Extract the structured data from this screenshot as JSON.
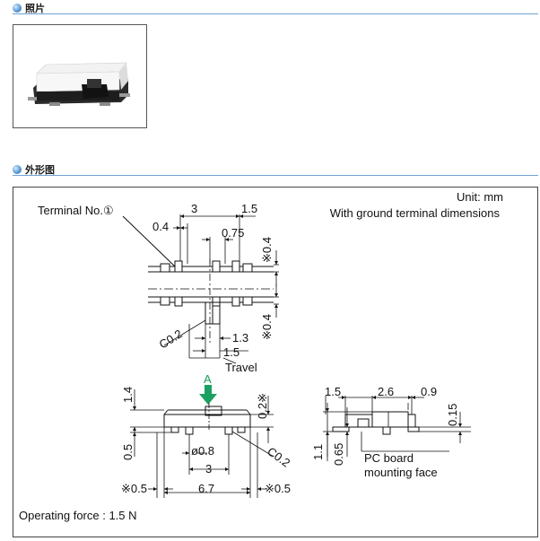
{
  "sections": {
    "photo_title": "照片",
    "outline_title": "外形图"
  },
  "drawing": {
    "unit": "Unit: mm",
    "note": "With ground terminal dimensions",
    "terminal_label": "Terminal No.①",
    "operating_force": "Operating force : 1.5 N",
    "top_view": {
      "dim_top_3": "3",
      "dim_top_1_5": "1.5",
      "dim_0_4": "0.4",
      "dim_0_75": "0.75",
      "dim_right_top": "※0.4",
      "dim_right_bottom": "※0.4",
      "chamfer": "C0.2",
      "dim_1_3": "1.3",
      "dim_1_5": "1.5",
      "travel": "Travel"
    },
    "front_view": {
      "arrow_label": "A",
      "dim_1_4": "1.4",
      "dim_0_2": "0.2※",
      "dim_0_5": "0.5",
      "dim_dia": "ø0.8",
      "dim_3": "3",
      "chamfer": "C0.2",
      "dim_left": "※0.5",
      "dim_6_7": "6.7",
      "dim_right": "※0.5"
    },
    "side_view": {
      "dim_1_5": "1.5",
      "dim_2_6": "2.6",
      "dim_0_9": "0.9",
      "dim_0_15": "0.15",
      "dim_1_1": "1.1",
      "dim_0_65": "0.65",
      "pc_board_1": "PC board",
      "pc_board_2": "mounting face"
    }
  }
}
